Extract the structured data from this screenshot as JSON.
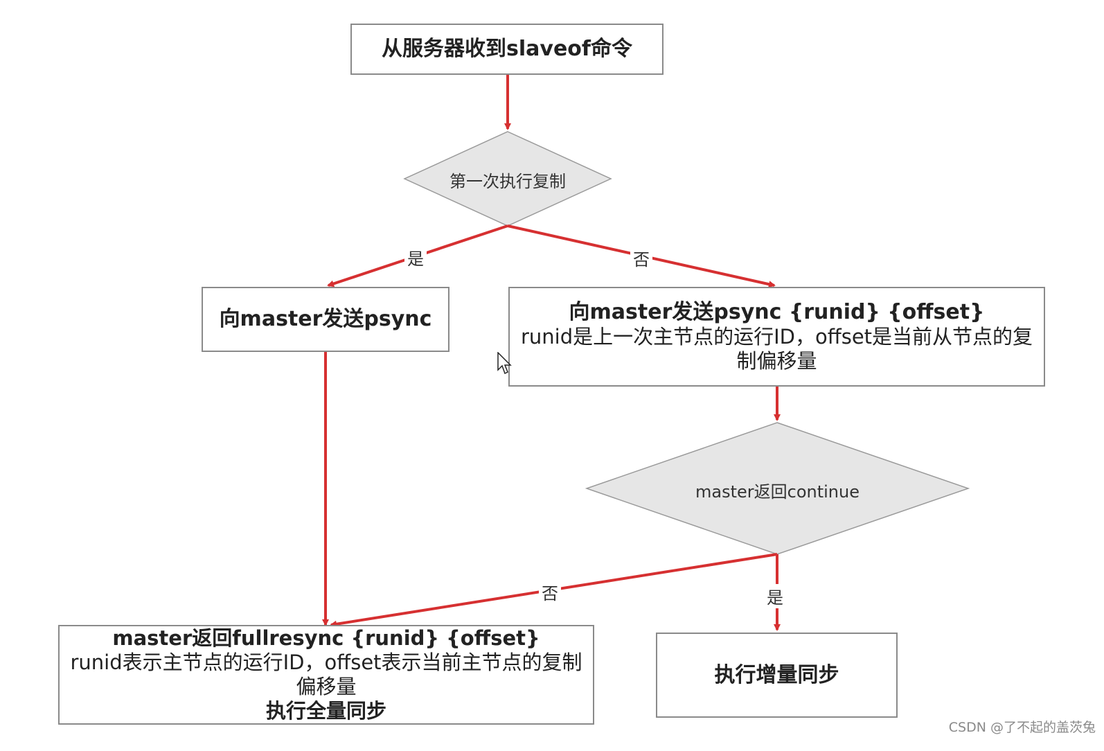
{
  "nodes": {
    "start": "从服务器收到slaveof命令",
    "first_time": "第一次执行复制",
    "send_psync": "向master发送psync",
    "send_psync_full_title": "向master发送psync {runid} {offset}",
    "send_psync_full_desc": "runid是上一次主节点的运行ID，offset是当前从节点的复制偏移量",
    "master_continue": "master返回continue",
    "fullresync_title": "master返回fullresync {runid} {offset}",
    "fullresync_desc": "runid表示主节点的运行ID，offset表示当前主节点的复制偏移量",
    "fullresync_action": "执行全量同步",
    "incremental": "执行增量同步"
  },
  "edges": {
    "first_yes": "是",
    "first_no": "否",
    "continue_no": "否",
    "continue_yes": "是"
  },
  "colors": {
    "arrow": "#d63031",
    "box_border": "#8a8a8a",
    "diamond_fill": "#e6e6e6"
  },
  "watermark": "CSDN @了不起的盖茨兔"
}
